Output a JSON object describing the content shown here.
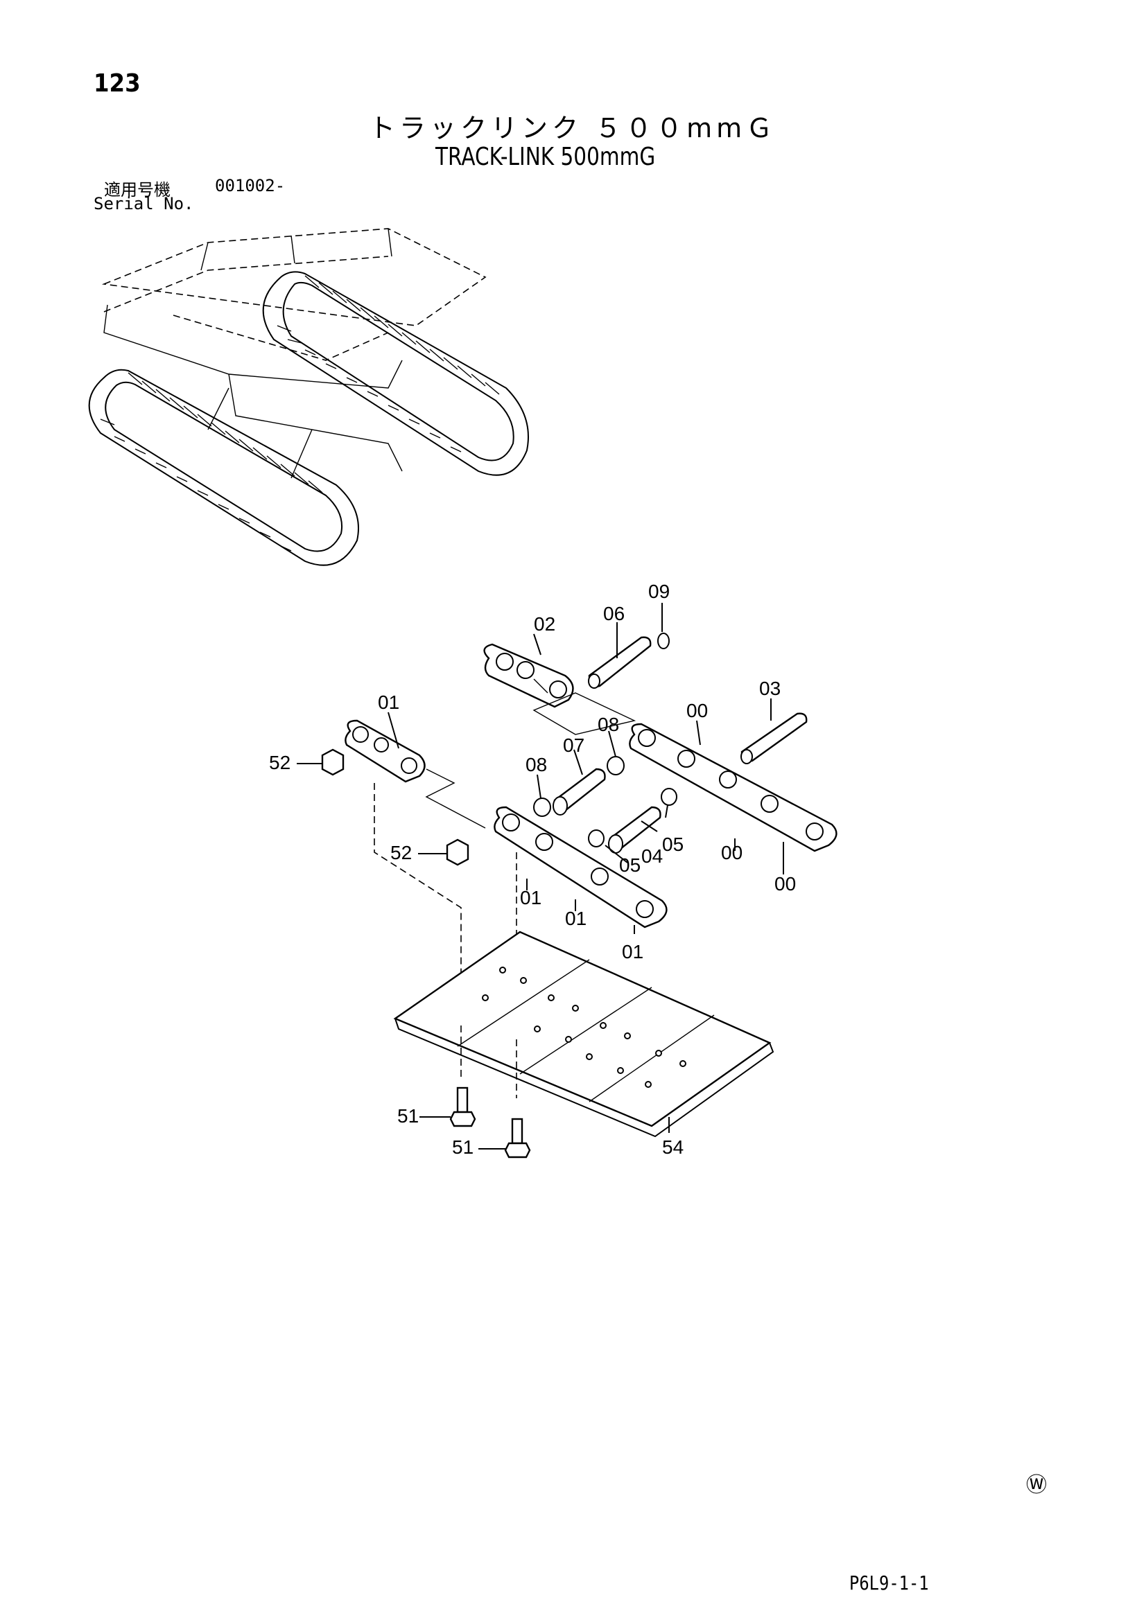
{
  "header": {
    "page_number": "123",
    "title_jp": "トラックリンク ５００mmＧ",
    "title_en": "TRACK-LINK 500mmG"
  },
  "serial": {
    "label_jp": "適用号機",
    "value": "001002-",
    "label_en": "Serial No."
  },
  "callouts": {
    "c00a": "00",
    "c00b": "00",
    "c00c": "00",
    "c01a": "01",
    "c01b": "01",
    "c01c": "01",
    "c01d": "01",
    "c02": "02",
    "c03": "03",
    "c04": "04",
    "c05a": "05",
    "c05b": "05",
    "c06": "06",
    "c07": "07",
    "c08a": "08",
    "c08b": "08",
    "c09": "09",
    "c51a": "51",
    "c51b": "51",
    "c52a": "52",
    "c52b": "52",
    "c54": "54"
  },
  "footer": {
    "mark": "Ⓦ",
    "page_code": "P6L9-1-1"
  }
}
